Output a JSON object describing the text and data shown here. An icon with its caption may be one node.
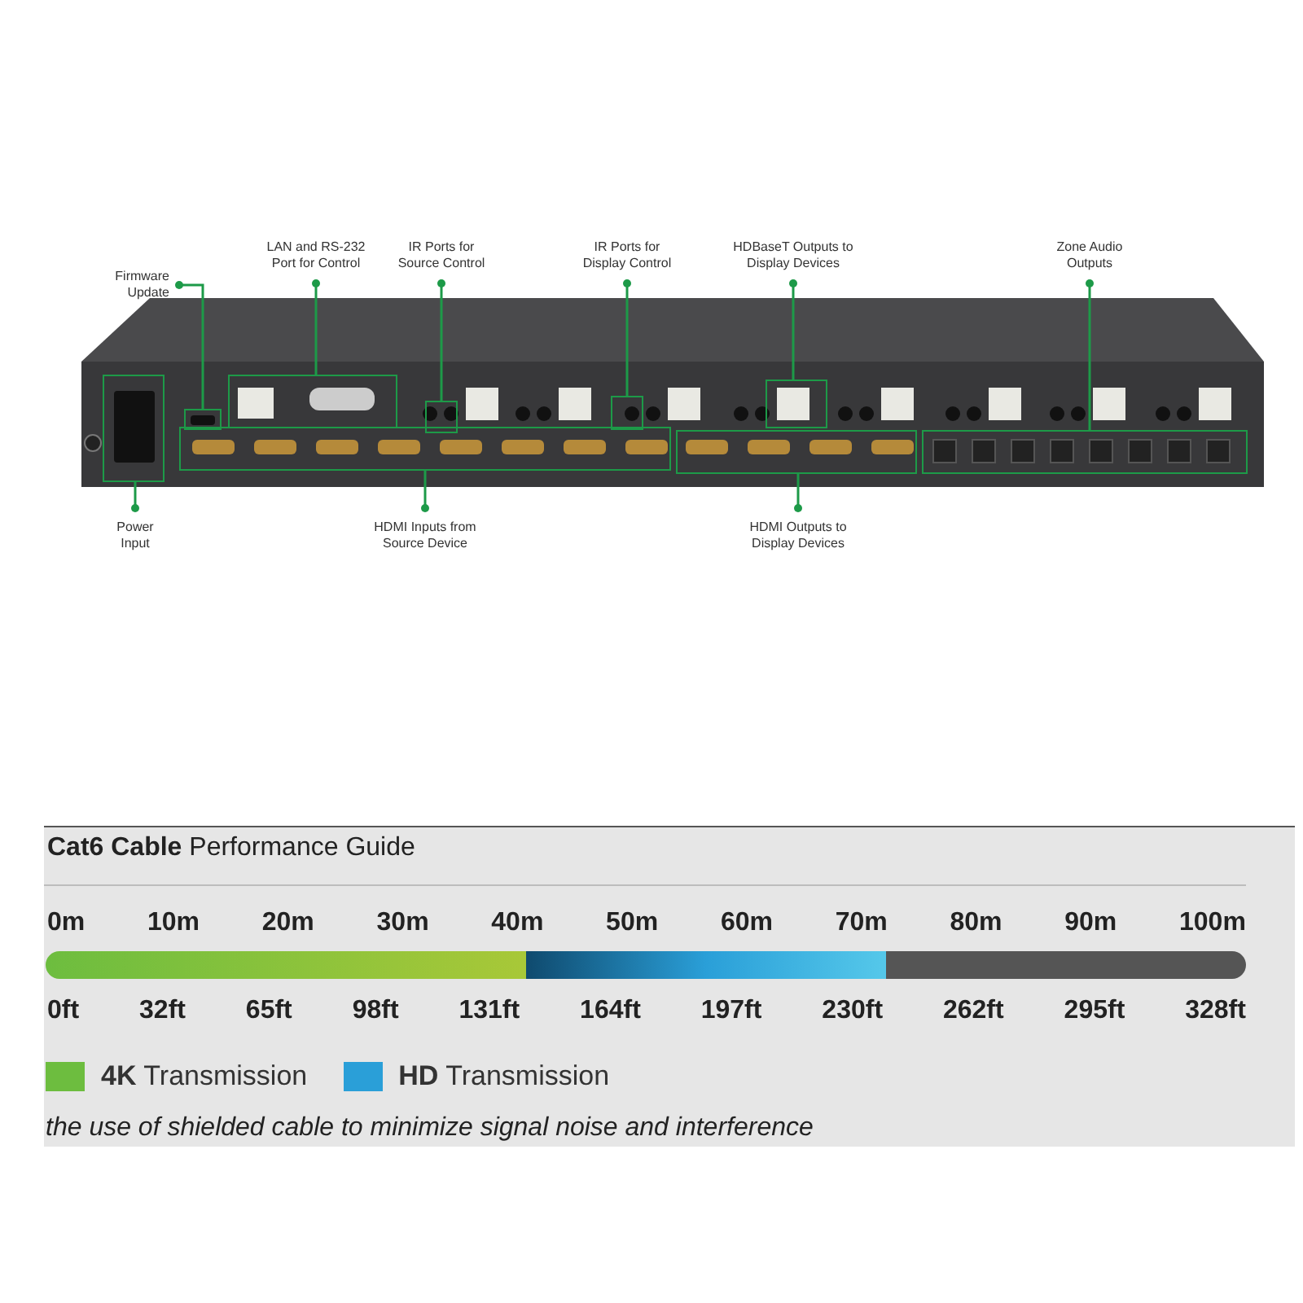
{
  "diagram": {
    "nodes": [
      {
        "text": [
          "Firmware Update"
        ]
      },
      {
        "text": [],
        "shape": "box"
      },
      {
        "text": [
          "LAN and RS-232 Port for Control"
        ]
      },
      {
        "text": [],
        "shape": "box"
      },
      {
        "text": [
          "IR Ports for Source Control"
        ]
      },
      {
        "text": [],
        "shape": "box"
      },
      {
        "text": [
          "IR Ports for Display Control"
        ]
      },
      {
        "text": [],
        "shape": "box"
      },
      {
        "text": [
          "HDBaseT Outputs to Display Devices"
        ]
      },
      {
        "text": [],
        "shape": "box"
      },
      {
        "text": [
          "Zone Audio Outputs"
        ]
      },
      {
        "text": [],
        "shape": "box"
      },
      {
        "text": [
          "Power Input"
        ]
      },
      {
        "text": [],
        "shape": "box"
      },
      {
        "text": [
          "HDMI Inputs from Source Device"
        ]
      },
      {
        "text": [],
        "shape": "box"
      },
      {
        "text": [
          "HDMI Outputs to Display Devices"
        ]
      },
      {
        "text": [],
        "shape": "box"
      }
    ],
    "edges": [
      {
        "from": 0,
        "to": 1,
        "arrow": "other"
      },
      {
        "from": 2,
        "to": 3,
        "arrow": "other"
      },
      {
        "from": 4,
        "to": 5,
        "arrow": "other"
      },
      {
        "from": 6,
        "to": 7,
        "arrow": "other"
      },
      {
        "from": 8,
        "to": 9,
        "arrow": "other"
      },
      {
        "from": 10,
        "to": 11,
        "arrow": "other"
      },
      {
        "from": 12,
        "to": 13,
        "arrow": "other"
      },
      {
        "from": 14,
        "to": 15,
        "arrow": "other"
      },
      {
        "from": 16,
        "to": 17,
        "arrow": "other"
      }
    ],
    "labels": [
      "**Cat6 Cable** Performance Guide",
      "0m",
      "10m",
      "20m",
      "30m",
      "40m",
      "50m",
      "60m",
      "70m",
      "80m",
      "90m",
      "100m",
      "0ft",
      "32ft",
      "65ft",
      "98ft",
      "131ft",
      "164ft",
      "197ft",
      "230ft",
      "262ft",
      "295ft",
      "328ft",
      "the use of shielded cable to minimize signal noise and interference"
    ],
    "legend": [
      {
        "text": "**4K** Transmission",
        "color": "#6dbd3f"
      },
      {
        "text": "**HD** Transmission",
        "color": "#2a9fd8"
      }
    ]
  }
}
